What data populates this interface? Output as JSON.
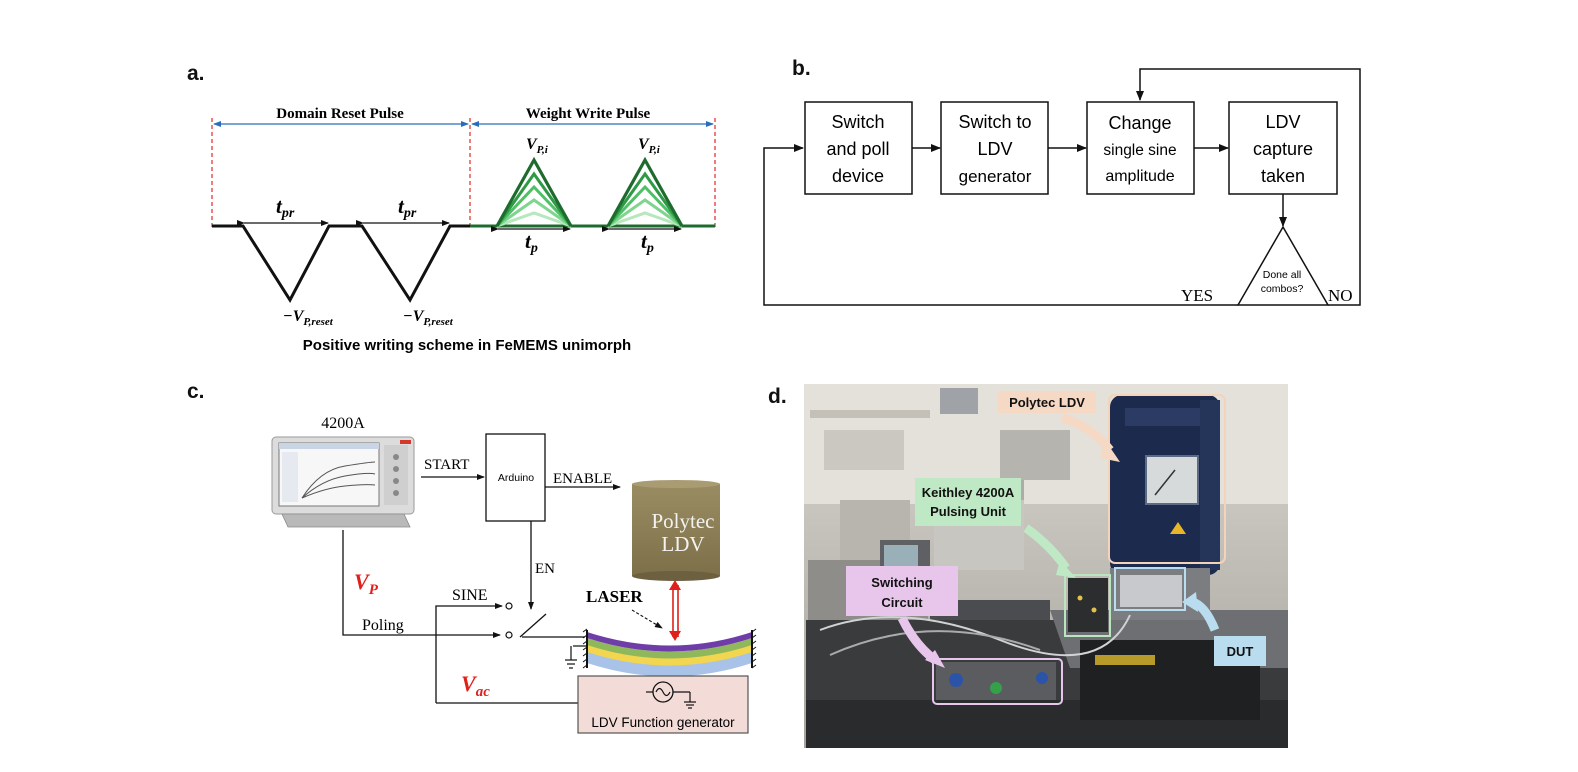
{
  "panel_labels": {
    "a": "a.",
    "b": "b.",
    "c": "c.",
    "d": "d."
  },
  "panel_a": {
    "reset_label": "Domain Reset Pulse",
    "write_label": "Weight Write Pulse",
    "tpr": "t",
    "tpr_sub": "pr",
    "tp": "t",
    "tp_sub": "p",
    "vpi": "V",
    "vpi_sub": "P,i",
    "vreset": "−V",
    "vreset_sub": "P,reset",
    "caption": "Positive writing scheme in FeMEMS unimorph",
    "colors": {
      "reset": "#111111",
      "write": [
        "#1e6b2e",
        "#2f9a45",
        "#4fc066",
        "#7fd58e",
        "#b5e8bd"
      ],
      "guide": "#e53935",
      "arrow": "#2a6ebb"
    }
  },
  "panel_b": {
    "boxes": [
      {
        "line1": "Switch",
        "line2": "and poll",
        "line3": "device"
      },
      {
        "line1": "Switch to",
        "line2": "LDV",
        "line3": "generator"
      },
      {
        "line1": "Change",
        "line2": "single sine",
        "line3": "amplitude"
      },
      {
        "line1": "LDV",
        "line2": "capture",
        "line3": "taken"
      }
    ],
    "decision_line1": "Done all",
    "decision_line2": "combos?",
    "yes": "YES",
    "no": "NO"
  },
  "panel_c": {
    "instrument": "4200A",
    "start": "START",
    "arduino": "Arduino",
    "enable": "ENABLE",
    "en": "EN",
    "ldv_line1": "Polytec",
    "ldv_line2": "LDV",
    "laser": "LASER",
    "vp": "V",
    "vp_sub": "P",
    "vac": "V",
    "vac_sub": "ac",
    "sine": "SINE",
    "poling": "Poling",
    "func_gen": "LDV Function generator",
    "colors": {
      "vp": "#e0201b",
      "ldv": "#8b7d55",
      "func_box": "#f3dcd8"
    }
  },
  "panel_d": {
    "callouts": {
      "polytec": "Polytec LDV",
      "keithley_line1": "Keithley 4200A",
      "keithley_line2": "Pulsing Unit",
      "switching_line1": "Switching",
      "switching_line2": "Circuit",
      "dut": "DUT"
    },
    "colors": {
      "polytec": "#f6d9c4",
      "keithley": "#bfe8c4",
      "switching": "#e8c6ec",
      "dut": "#b9dcef"
    }
  }
}
